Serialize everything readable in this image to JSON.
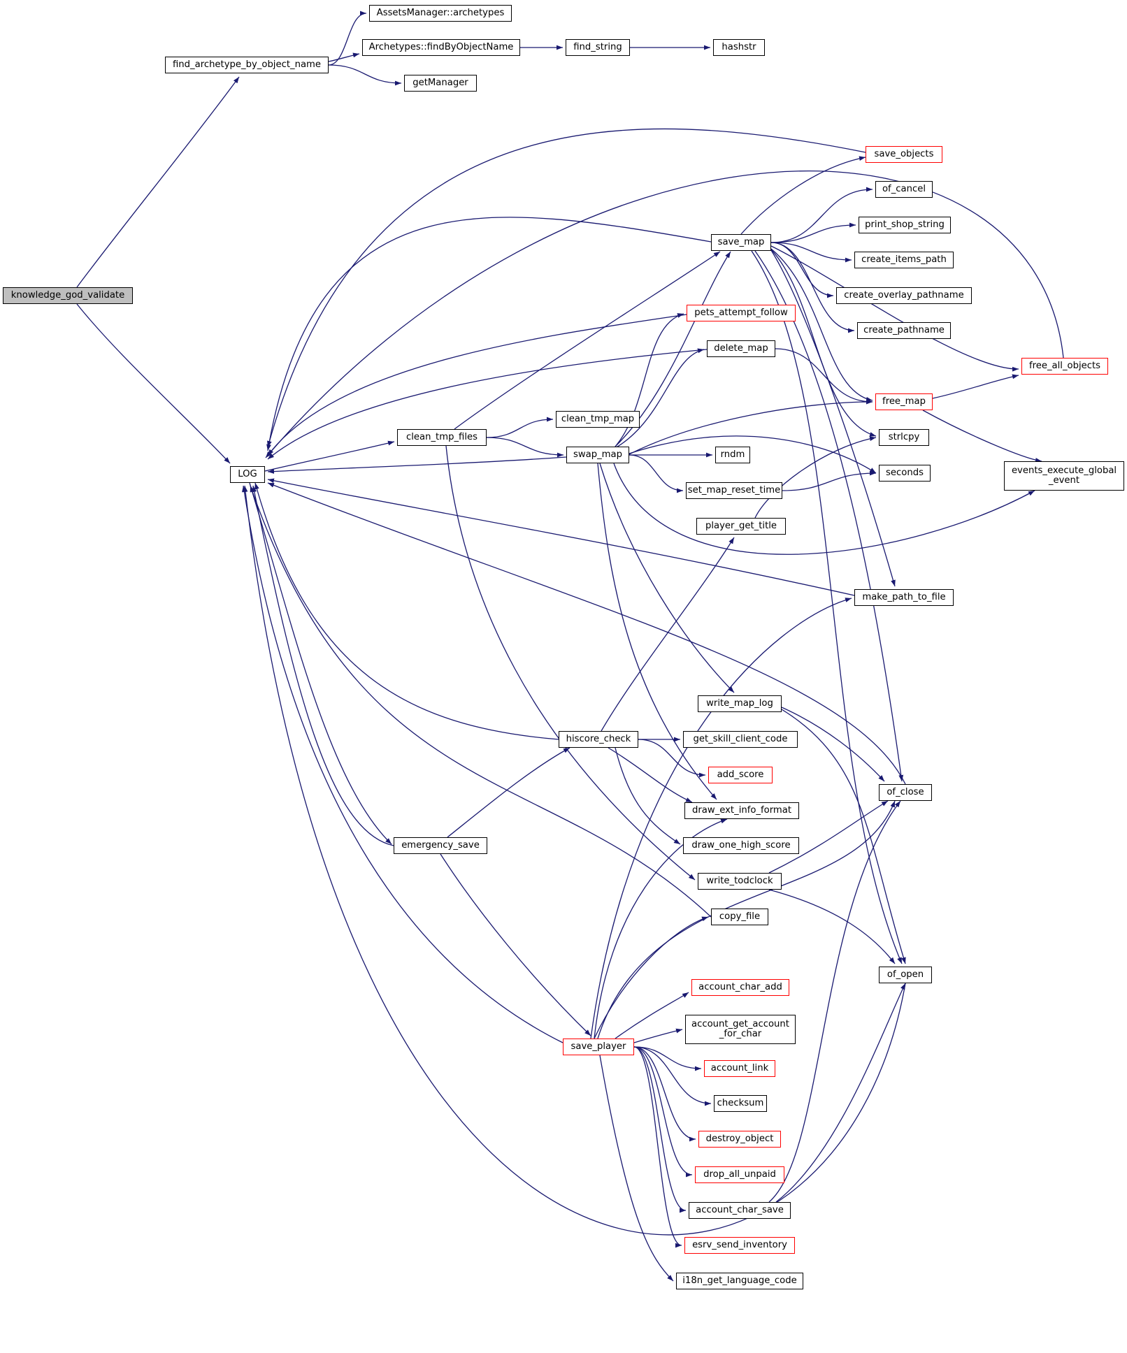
{
  "colors": {
    "edge": "#191970",
    "truncated_border": "#ff0000",
    "root_fill": "#bfbfbf"
  },
  "nodes": {
    "knowledge_god_validate": {
      "label": "knowledge_god_validate",
      "style": "root"
    },
    "find_archetype_by_object_name": {
      "label": "find_archetype_by_object_name",
      "style": "normal"
    },
    "AssetsManager_archetypes": {
      "label": "AssetsManager::archetypes",
      "style": "normal"
    },
    "Archetypes_findByObjectName": {
      "label": "Archetypes::findByObjectName",
      "style": "normal"
    },
    "find_string": {
      "label": "find_string",
      "style": "normal"
    },
    "hashstr": {
      "label": "hashstr",
      "style": "normal"
    },
    "getManager": {
      "label": "getManager",
      "style": "normal"
    },
    "LOG": {
      "label": "LOG",
      "style": "normal"
    },
    "save_objects": {
      "label": "save_objects",
      "style": "red"
    },
    "of_cancel": {
      "label": "of_cancel",
      "style": "normal"
    },
    "save_map": {
      "label": "save_map",
      "style": "normal"
    },
    "print_shop_string": {
      "label": "print_shop_string",
      "style": "normal"
    },
    "create_items_path": {
      "label": "create_items_path",
      "style": "normal"
    },
    "create_overlay_pathname": {
      "label": "create_overlay_pathname",
      "style": "normal"
    },
    "pets_attempt_follow": {
      "label": "pets_attempt_follow",
      "style": "red"
    },
    "create_pathname": {
      "label": "create_pathname",
      "style": "normal"
    },
    "delete_map": {
      "label": "delete_map",
      "style": "normal"
    },
    "free_all_objects": {
      "label": "free_all_objects",
      "style": "red"
    },
    "free_map": {
      "label": "free_map",
      "style": "red"
    },
    "clean_tmp_map": {
      "label": "clean_tmp_map",
      "style": "normal"
    },
    "clean_tmp_files": {
      "label": "clean_tmp_files",
      "style": "normal"
    },
    "strlcpy": {
      "label": "strlcpy",
      "style": "normal"
    },
    "swap_map": {
      "label": "swap_map",
      "style": "normal"
    },
    "rndm": {
      "label": "rndm",
      "style": "normal"
    },
    "seconds": {
      "label": "seconds",
      "style": "normal"
    },
    "events_execute_global_event": {
      "label": "events_execute_global\n_event",
      "style": "normal"
    },
    "set_map_reset_time": {
      "label": "set_map_reset_time",
      "style": "normal"
    },
    "player_get_title": {
      "label": "player_get_title",
      "style": "normal"
    },
    "make_path_to_file": {
      "label": "make_path_to_file",
      "style": "normal"
    },
    "write_map_log": {
      "label": "write_map_log",
      "style": "normal"
    },
    "hiscore_check": {
      "label": "hiscore_check",
      "style": "normal"
    },
    "get_skill_client_code": {
      "label": "get_skill_client_code",
      "style": "normal"
    },
    "add_score": {
      "label": "add_score",
      "style": "red"
    },
    "of_close": {
      "label": "of_close",
      "style": "normal"
    },
    "draw_ext_info_format": {
      "label": "draw_ext_info_format",
      "style": "normal"
    },
    "emergency_save": {
      "label": "emergency_save",
      "style": "normal"
    },
    "draw_one_high_score": {
      "label": "draw_one_high_score",
      "style": "normal"
    },
    "write_todclock": {
      "label": "write_todclock",
      "style": "normal"
    },
    "copy_file": {
      "label": "copy_file",
      "style": "normal"
    },
    "of_open": {
      "label": "of_open",
      "style": "normal"
    },
    "account_char_add": {
      "label": "account_char_add",
      "style": "red"
    },
    "account_get_account_for_char": {
      "label": "account_get_account\n_for_char",
      "style": "normal"
    },
    "save_player": {
      "label": "save_player",
      "style": "red"
    },
    "account_link": {
      "label": "account_link",
      "style": "red"
    },
    "checksum": {
      "label": "checksum",
      "style": "normal"
    },
    "destroy_object": {
      "label": "destroy_object",
      "style": "red"
    },
    "drop_all_unpaid": {
      "label": "drop_all_unpaid",
      "style": "red"
    },
    "account_char_save": {
      "label": "account_char_save",
      "style": "normal"
    },
    "esrv_send_inventory": {
      "label": "esrv_send_inventory",
      "style": "red"
    },
    "i18n_get_language_code": {
      "label": "i18n_get_language_code",
      "style": "normal"
    }
  },
  "edges": [
    [
      "knowledge_god_validate",
      "find_archetype_by_object_name"
    ],
    [
      "knowledge_god_validate",
      "LOG"
    ],
    [
      "find_archetype_by_object_name",
      "AssetsManager_archetypes"
    ],
    [
      "find_archetype_by_object_name",
      "Archetypes_findByObjectName"
    ],
    [
      "find_archetype_by_object_name",
      "getManager"
    ],
    [
      "Archetypes_findByObjectName",
      "find_string"
    ],
    [
      "find_string",
      "hashstr"
    ],
    [
      "LOG",
      "clean_tmp_files"
    ],
    [
      "LOG",
      "emergency_save"
    ],
    [
      "save_objects",
      "LOG"
    ],
    [
      "save_map",
      "LOG"
    ],
    [
      "save_map",
      "save_objects"
    ],
    [
      "save_map",
      "of_cancel"
    ],
    [
      "save_map",
      "print_shop_string"
    ],
    [
      "save_map",
      "create_items_path"
    ],
    [
      "save_map",
      "create_overlay_pathname"
    ],
    [
      "save_map",
      "create_pathname"
    ],
    [
      "save_map",
      "free_all_objects"
    ],
    [
      "save_map",
      "free_map"
    ],
    [
      "save_map",
      "strlcpy"
    ],
    [
      "save_map",
      "make_path_to_file"
    ],
    [
      "save_map",
      "of_close"
    ],
    [
      "save_map",
      "of_open"
    ],
    [
      "pets_attempt_follow",
      "LOG"
    ],
    [
      "delete_map",
      "LOG"
    ],
    [
      "delete_map",
      "free_map"
    ],
    [
      "free_all_objects",
      "LOG"
    ],
    [
      "free_map",
      "free_all_objects"
    ],
    [
      "free_map",
      "events_execute_global_event"
    ],
    [
      "clean_tmp_files",
      "save_map"
    ],
    [
      "clean_tmp_files",
      "clean_tmp_map"
    ],
    [
      "clean_tmp_files",
      "swap_map"
    ],
    [
      "clean_tmp_files",
      "write_todclock"
    ],
    [
      "swap_map",
      "LOG"
    ],
    [
      "swap_map",
      "save_map"
    ],
    [
      "swap_map",
      "pets_attempt_follow"
    ],
    [
      "swap_map",
      "delete_map"
    ],
    [
      "swap_map",
      "free_map"
    ],
    [
      "swap_map",
      "rndm"
    ],
    [
      "swap_map",
      "seconds"
    ],
    [
      "swap_map",
      "set_map_reset_time"
    ],
    [
      "swap_map",
      "events_execute_global_event"
    ],
    [
      "swap_map",
      "write_map_log"
    ],
    [
      "swap_map",
      "draw_ext_info_format"
    ],
    [
      "set_map_reset_time",
      "seconds"
    ],
    [
      "player_get_title",
      "strlcpy"
    ],
    [
      "make_path_to_file",
      "LOG"
    ],
    [
      "write_map_log",
      "of_close"
    ],
    [
      "write_map_log",
      "of_open"
    ],
    [
      "hiscore_check",
      "LOG"
    ],
    [
      "hiscore_check",
      "player_get_title"
    ],
    [
      "hiscore_check",
      "get_skill_client_code"
    ],
    [
      "hiscore_check",
      "add_score"
    ],
    [
      "hiscore_check",
      "draw_ext_info_format"
    ],
    [
      "hiscore_check",
      "draw_one_high_score"
    ],
    [
      "of_close",
      "LOG"
    ],
    [
      "emergency_save",
      "LOG"
    ],
    [
      "emergency_save",
      "hiscore_check"
    ],
    [
      "emergency_save",
      "save_player"
    ],
    [
      "write_todclock",
      "of_close"
    ],
    [
      "write_todclock",
      "of_open"
    ],
    [
      "copy_file",
      "LOG"
    ],
    [
      "of_open",
      "LOG"
    ],
    [
      "save_player",
      "LOG"
    ],
    [
      "save_player",
      "make_path_to_file"
    ],
    [
      "save_player",
      "draw_ext_info_format"
    ],
    [
      "save_player",
      "copy_file"
    ],
    [
      "save_player",
      "of_close"
    ],
    [
      "save_player",
      "account_char_add"
    ],
    [
      "save_player",
      "account_get_account_for_char"
    ],
    [
      "save_player",
      "account_link"
    ],
    [
      "save_player",
      "checksum"
    ],
    [
      "save_player",
      "destroy_object"
    ],
    [
      "save_player",
      "drop_all_unpaid"
    ],
    [
      "save_player",
      "account_char_save"
    ],
    [
      "save_player",
      "esrv_send_inventory"
    ],
    [
      "save_player",
      "i18n_get_language_code"
    ],
    [
      "account_char_save",
      "of_close"
    ],
    [
      "account_char_save",
      "of_open"
    ]
  ]
}
